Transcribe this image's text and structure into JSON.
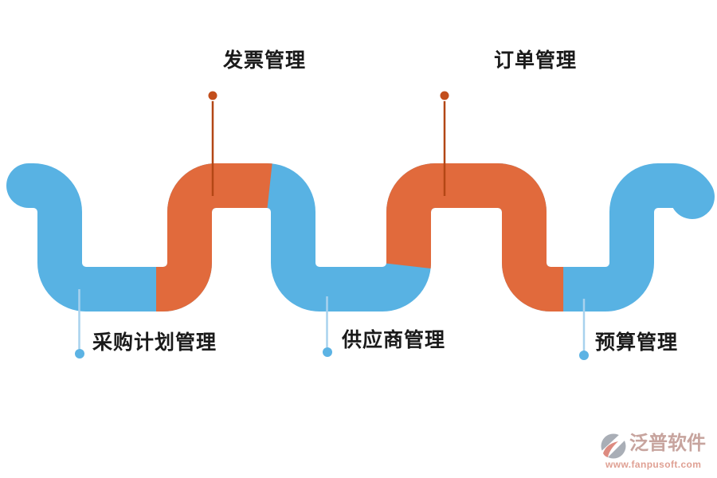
{
  "diagram": {
    "title": "",
    "type": "serpentine-process-flow",
    "callouts": {
      "top": [
        {
          "label": "发票管理"
        },
        {
          "label": "订单管理"
        }
      ],
      "bottom": [
        {
          "label": "采购计划管理"
        },
        {
          "label": "供应商管理"
        },
        {
          "label": "预算管理"
        }
      ]
    }
  },
  "watermark": {
    "brand": "泛普软件",
    "url": "www.fanpusoft.com"
  },
  "palette": {
    "wave_blue": "#58B2E3",
    "wave_orange": "#E16A3C",
    "callout_line_orange": "#B34715",
    "callout_dot_orange": "#C24E1C",
    "callout_line_blue": "#A8D2EE",
    "callout_dot_blue": "#5CB3E4",
    "label_text": "#1A1A1A",
    "watermark_text": "#C7A49E",
    "watermark_url": "#DFA093",
    "icon_gray": "#A9AEB6",
    "icon_pink": "#DD8B80"
  }
}
